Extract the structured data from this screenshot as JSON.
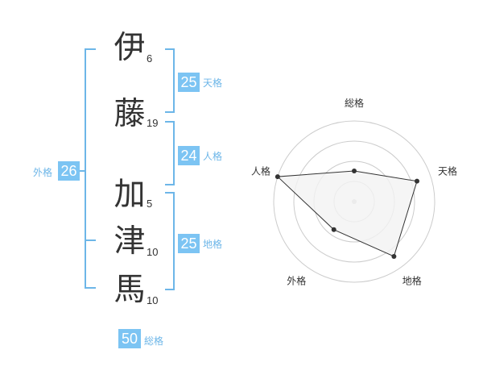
{
  "colors": {
    "accent": "#6db6e8",
    "badge": "#7cc4f3",
    "text": "#333333",
    "radar_fill": "#f2f2f2",
    "ring": "#cccccc"
  },
  "name": {
    "chars": [
      {
        "kanji": "伊",
        "strokes": "6"
      },
      {
        "kanji": "藤",
        "strokes": "19"
      },
      {
        "kanji": "加",
        "strokes": "5"
      },
      {
        "kanji": "津",
        "strokes": "10"
      },
      {
        "kanji": "馬",
        "strokes": "10"
      }
    ]
  },
  "fortune": {
    "tenkaku": {
      "value": "25",
      "label": "天格"
    },
    "jinkaku": {
      "value": "24",
      "label": "人格"
    },
    "chikaku": {
      "value": "25",
      "label": "地格"
    },
    "gaikaku": {
      "value": "26",
      "label": "外格"
    },
    "soukaku": {
      "value": "50",
      "label": "総格"
    }
  },
  "chart_data": {
    "type": "radar",
    "axes": [
      "総格",
      "天格",
      "地格",
      "外格",
      "人格"
    ],
    "values": [
      0.38,
      0.82,
      0.84,
      0.43,
      1.0
    ],
    "range": [
      0,
      1
    ],
    "rings": 4,
    "fill": "#f2f2f2",
    "line_color": "#333333"
  }
}
